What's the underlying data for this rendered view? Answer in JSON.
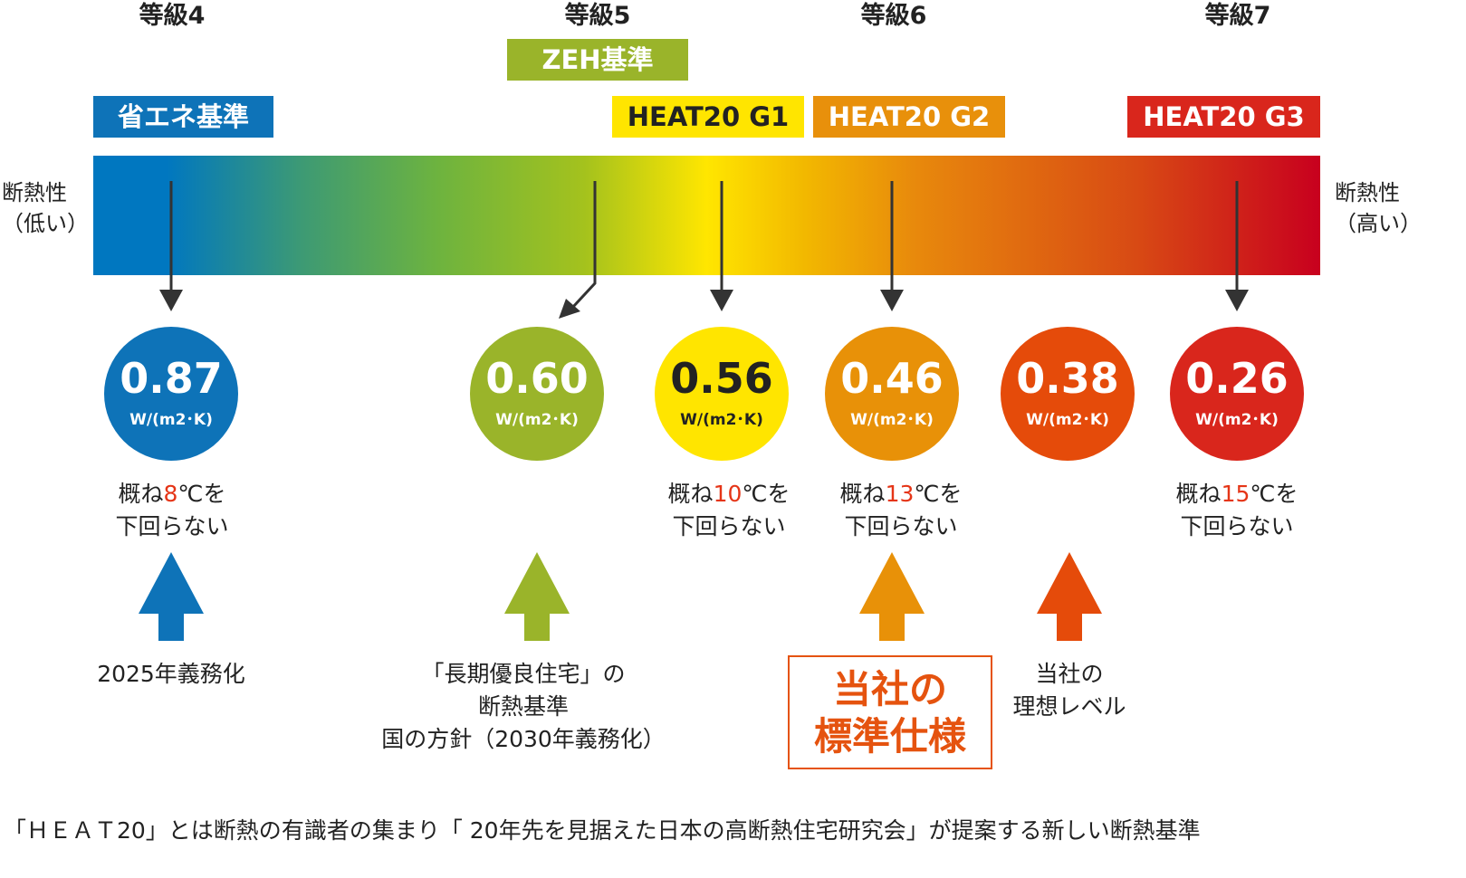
{
  "grades": [
    "等級4",
    "等級5",
    "等級6",
    "等級7"
  ],
  "tags": {
    "shoene": "省エネ基準",
    "zeh": "ZEH基準",
    "g1": "HEAT20 G1",
    "g2": "HEAT20 G2",
    "g3": "HEAT20 G3"
  },
  "side": {
    "low_1": "断熱性",
    "low_2": "（低い）",
    "high_1": "断熱性",
    "high_2": "（高い）"
  },
  "circles": [
    {
      "value": "0.87",
      "unit": "W/(m2･K)",
      "color": "#0e73b8"
    },
    {
      "value": "0.60",
      "unit": "W/(m2･K)",
      "color": "#9ab42a"
    },
    {
      "value": "0.56",
      "unit": "W/(m2･K)",
      "color": "#ffe500"
    },
    {
      "value": "0.46",
      "unit": "W/(m2･K)",
      "color": "#e89108"
    },
    {
      "value": "0.38",
      "unit": "W/(m2･K)",
      "color": "#e54b0a"
    },
    {
      "value": "0.26",
      "unit": "W/(m2･K)",
      "color": "#d9261c"
    }
  ],
  "temps": [
    {
      "pre": "概ね",
      "num": "8",
      "post": "℃を",
      "line2": "下回らない"
    },
    {
      "pre": "概ね",
      "num": "10",
      "post": "℃を",
      "line2": "下回らない"
    },
    {
      "pre": "概ね",
      "num": "13",
      "post": "℃を",
      "line2": "下回らない"
    },
    {
      "pre": "概ね",
      "num": "15",
      "post": "℃を",
      "line2": "下回らない"
    }
  ],
  "notes": {
    "n1": "2025年義務化",
    "n2_1": "「長期優良住宅」の",
    "n2_2": "断熱基準",
    "n2_3": "国の方針（2030年義務化）",
    "std_1": "当社の",
    "std_2": "標準仕様",
    "ideal_1": "当社の",
    "ideal_2": "理想レベル"
  },
  "footer": "「ＨＥＡＴ20」とは断熱の有識者の集まり「 20年先を見据えた日本の高断熱住宅研究会」が提案する新しい断熱基準"
}
